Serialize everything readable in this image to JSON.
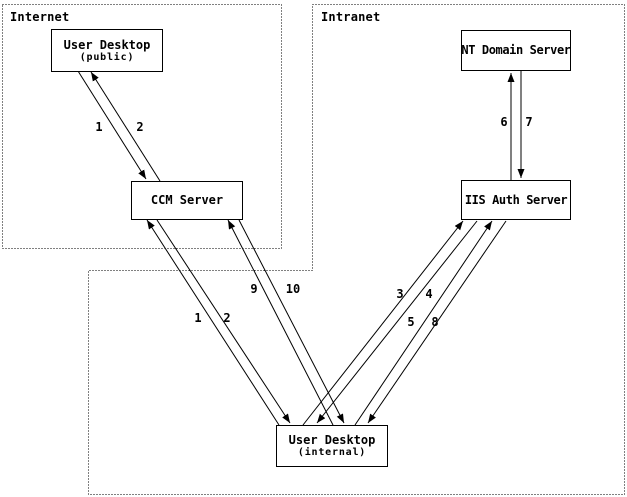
{
  "diagram": {
    "zones": {
      "internet": {
        "label": "Internet"
      },
      "intranet": {
        "label": "Intranet"
      }
    },
    "nodes": {
      "user_desktop_public": {
        "title": "User Desktop",
        "subtitle": "(public)",
        "zone": "internet"
      },
      "ccm_server": {
        "title": "CCM Server",
        "zone": "internet"
      },
      "nt_domain_server": {
        "title": "NT Domain Server",
        "zone": "intranet"
      },
      "iis_auth_server": {
        "title": "IIS Auth Server",
        "zone": "intranet"
      },
      "user_desktop_internal": {
        "title": "User Desktop",
        "subtitle": "(internal)",
        "zone": "intranet"
      }
    },
    "edges": [
      {
        "label": "1",
        "from": "user_desktop_public",
        "to": "ccm_server"
      },
      {
        "label": "2",
        "from": "ccm_server",
        "to": "user_desktop_public"
      },
      {
        "label": "1",
        "from": "user_desktop_internal",
        "to": "ccm_server"
      },
      {
        "label": "2",
        "from": "ccm_server",
        "to": "user_desktop_internal"
      },
      {
        "label": "9",
        "from": "user_desktop_internal",
        "to": "ccm_server"
      },
      {
        "label": "10",
        "from": "ccm_server",
        "to": "user_desktop_internal"
      },
      {
        "label": "3",
        "from": "user_desktop_internal",
        "to": "iis_auth_server"
      },
      {
        "label": "4",
        "from": "iis_auth_server",
        "to": "user_desktop_internal"
      },
      {
        "label": "5",
        "from": "user_desktop_internal",
        "to": "iis_auth_server"
      },
      {
        "label": "8",
        "from": "iis_auth_server",
        "to": "user_desktop_internal"
      },
      {
        "label": "6",
        "from": "iis_auth_server",
        "to": "nt_domain_server"
      },
      {
        "label": "7",
        "from": "nt_domain_server",
        "to": "iis_auth_server"
      }
    ],
    "colors": {
      "line": "#000000",
      "background": "#ffffff"
    }
  }
}
